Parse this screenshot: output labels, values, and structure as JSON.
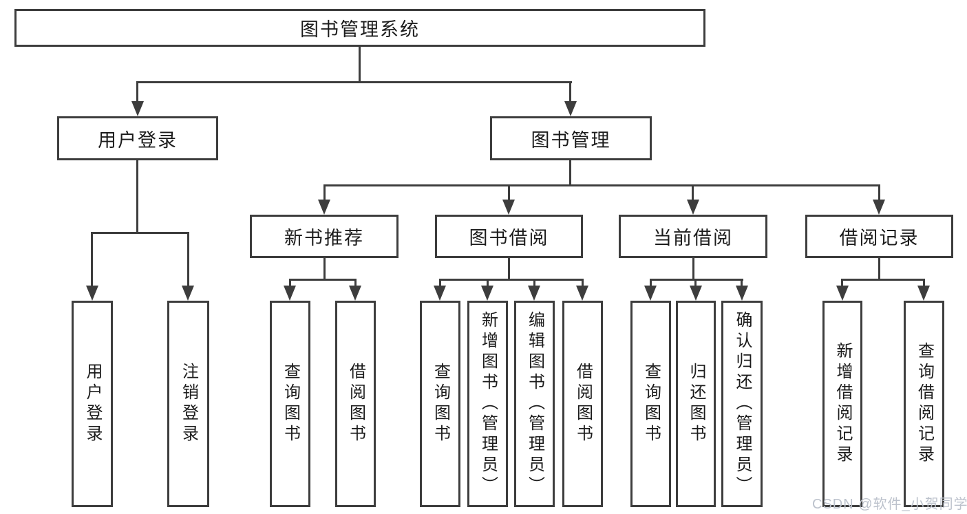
{
  "diagram": {
    "root": {
      "label": "图书管理系统"
    },
    "branches": [
      {
        "label": "用户登录",
        "children": [
          {
            "label": "用户登录"
          },
          {
            "label": "注销登录"
          }
        ]
      },
      {
        "label": "图书管理",
        "children": [
          {
            "label": "新书推荐",
            "children": [
              {
                "label": "查询图书"
              },
              {
                "label": "借阅图书"
              }
            ]
          },
          {
            "label": "图书借阅",
            "children": [
              {
                "label": "查询图书"
              },
              {
                "label": "新增图书（管理员）"
              },
              {
                "label": "编辑图书（管理员）"
              },
              {
                "label": "借阅图书"
              }
            ]
          },
          {
            "label": "当前借阅",
            "children": [
              {
                "label": "查询图书"
              },
              {
                "label": "归还图书"
              },
              {
                "label": "确认归还（管理员）"
              }
            ]
          },
          {
            "label": "借阅记录",
            "children": [
              {
                "label": "新增借阅记录"
              },
              {
                "label": "查询借阅记录"
              }
            ]
          }
        ]
      }
    ],
    "watermark": "CSDN @软件_小贺同学",
    "colors": {
      "line": "#3d3d3d",
      "text": "#1c1c1c",
      "box_background": "#ffffff",
      "watermark": "#bcc2cc",
      "background": "#ffffff"
    }
  }
}
